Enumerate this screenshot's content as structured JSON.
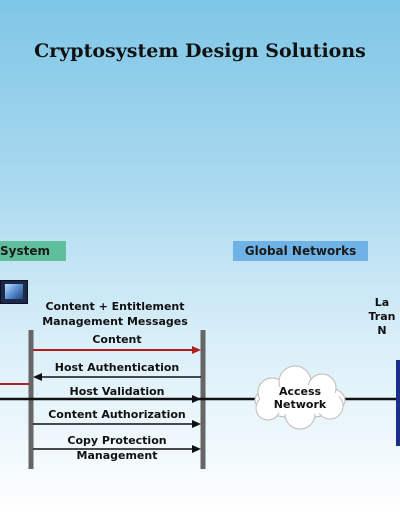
{
  "title": "Cryptosystem Design Solutions",
  "section_labels": {
    "system": "System",
    "global_networks": "Global Networks"
  },
  "flow_header": {
    "line1": "Content + Entitlement",
    "line2": "Management Messages"
  },
  "messages": [
    {
      "label": "Content",
      "direction": "right",
      "color": "#b01e1e"
    },
    {
      "label": "Host Authentication",
      "direction": "left",
      "color": "#111111"
    },
    {
      "label": "Host Validation",
      "direction": "right",
      "color": "#111111"
    },
    {
      "label": "Content Authorization",
      "direction": "right",
      "color": "#111111"
    },
    {
      "label": "Copy Protection",
      "direction": "right",
      "color": "#111111"
    },
    {
      "label": "Management",
      "direction": "right",
      "color": "#111111"
    }
  ],
  "cloud": {
    "line1": "Access",
    "line2": "Network"
  },
  "right_partial_labels": [
    "La",
    "Tran",
    "N"
  ],
  "icons": [
    "video-screen-icon"
  ],
  "colors": {
    "system_label_bg": "#5fbf9a",
    "global_label_bg": "#6fb2e6",
    "content_arrow": "#b01e1e",
    "right_device": "#1b2f8a"
  }
}
